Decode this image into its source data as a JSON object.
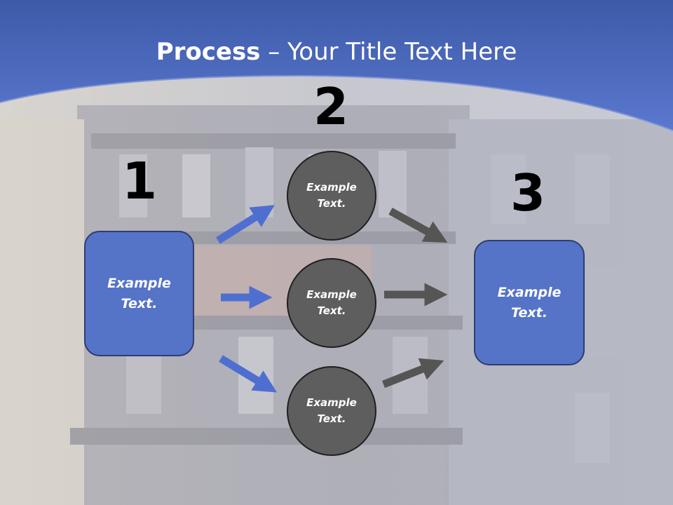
{
  "title": {
    "bold": "Process",
    "rest": " – Your Title Text Here"
  },
  "steps": {
    "one": {
      "number": "1",
      "text_line1": "Example",
      "text_line2": "Text."
    },
    "two": {
      "number": "2"
    },
    "three": {
      "number": "3",
      "text_line1": "Example",
      "text_line2": "Text."
    }
  },
  "circles": [
    {
      "line1": "Example",
      "line2": "Text."
    },
    {
      "line1": "Example",
      "line2": "Text."
    },
    {
      "line1": "Example",
      "line2": "Text."
    }
  ],
  "colors": {
    "header_blue": "#4a68c0",
    "box_fill": "#5573c7",
    "circle_fill": "#5e5e5e",
    "blue_arrow": "#4f6fd0",
    "gray_arrow": "#555555"
  }
}
